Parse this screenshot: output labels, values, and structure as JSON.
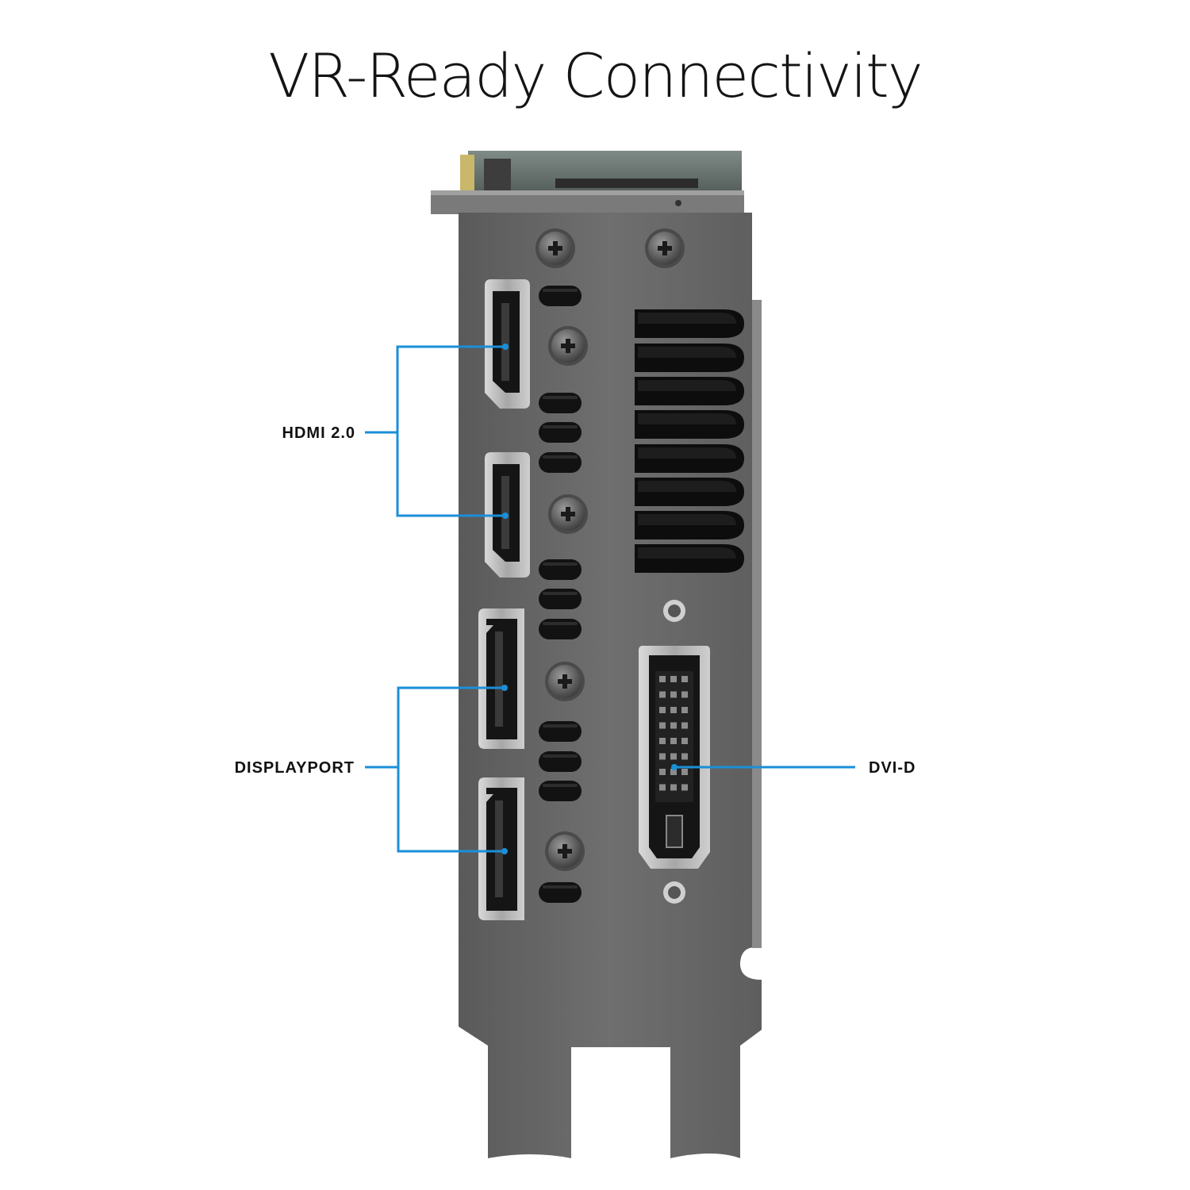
{
  "title": "VR-Ready Connectivity",
  "callouts": {
    "hdmi": "HDMI 2.0",
    "displayport": "DISPLAYPORT",
    "dvi": "DVI-D"
  },
  "colors": {
    "callout_line": "#1a8fd8",
    "bracket_metal": "#6b6b6b",
    "port_metal": "#b9b9b9",
    "slot": "#121212"
  }
}
